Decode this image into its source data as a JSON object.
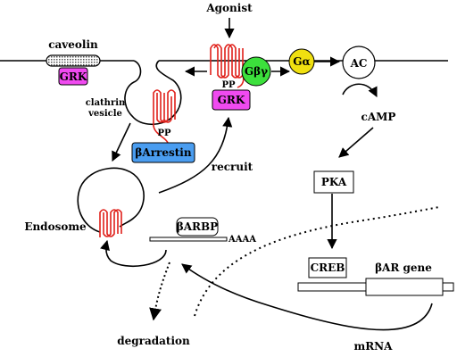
{
  "labels": {
    "agonist": "Agonist",
    "caveolin": "caveolin",
    "grk_membrane": "GRK",
    "grk_receptor": "GRK",
    "clathrin_vesicle_line1": "clathrin",
    "clathrin_vesicle_line2": "vesicle",
    "pp_vesicle": "PP",
    "pp_receptor": "PP",
    "barrestin": "βArrestin",
    "gbg": "Gβγ",
    "galpha": "Gα",
    "ac": "AC",
    "camp": "cAMP",
    "pka": "PKA",
    "creb": "CREB",
    "bar_gene": "βAR gene",
    "recruit": "recruit",
    "endosome": "Endosome",
    "barbp": "βARBP",
    "polya": "AAAA",
    "degradation": "degradation",
    "mrna": "mRNA"
  },
  "colors": {
    "grk": "#f04af0",
    "barrestin": "#4a9df0",
    "gbg": "#3ce03c",
    "galpha": "#f0e010",
    "receptor": "#e0201a"
  }
}
